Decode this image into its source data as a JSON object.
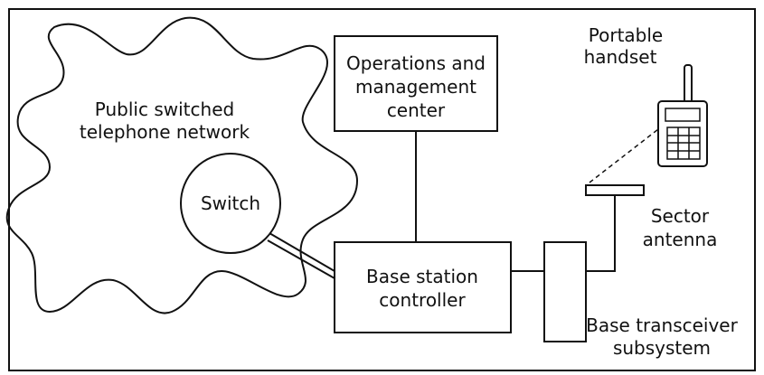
{
  "cloud": {
    "label_line1": "Public switched",
    "label_line2": "telephone network"
  },
  "switch": {
    "label": "Switch"
  },
  "operations_center": {
    "label_line1": "Operations and",
    "label_line2": "management",
    "label_line3": "center"
  },
  "base_station_controller": {
    "label_line1": "Base station",
    "label_line2": "controller"
  },
  "base_transceiver_subsystem": {
    "label_line1": "Base transceiver",
    "label_line2": "subsystem"
  },
  "sector_antenna": {
    "label_line1": "Sector",
    "label_line2": "antenna"
  },
  "portable_handset": {
    "label_line1": "Portable",
    "label_line2": "handset"
  },
  "colors": {
    "stroke": "#111111",
    "background": "#ffffff"
  }
}
